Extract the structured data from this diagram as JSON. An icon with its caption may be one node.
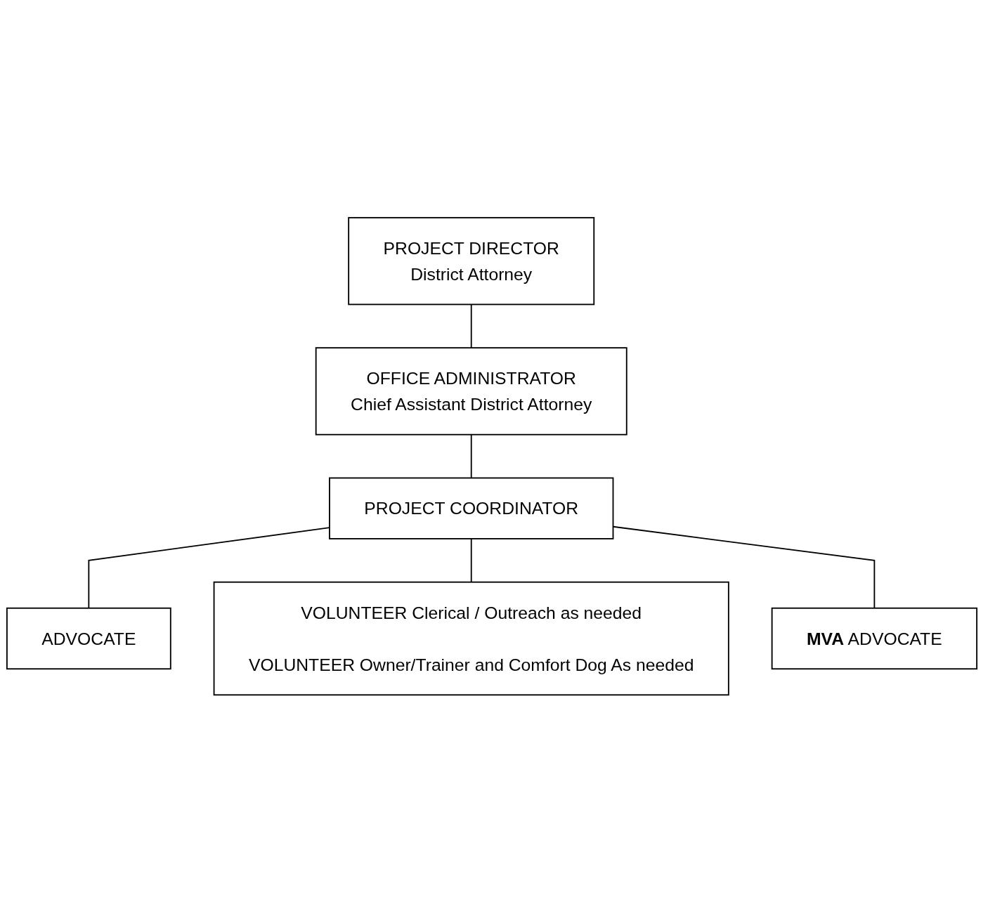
{
  "diagram": {
    "nodes": [
      {
        "text": [
          "PROJECT DIRECTOR",
          "District Attorney"
        ]
      },
      {
        "text": [
          "OFFICE ADMINISTRATOR",
          "Chief Assistant District Attorney"
        ]
      },
      {
        "text": [
          "PROJECT COORDINATOR"
        ]
      },
      {
        "text": [
          "ADVOCATE"
        ]
      },
      {
        "text": [
          "**MVA** ADVOCATE"
        ]
      },
      {
        "text": [
          "VOLUNTEER Clerical / Outreach as needed",
          "VOLUNTEER Owner/Trainer and Comfort Dog As needed"
        ]
      }
    ],
    "edges": [
      {
        "from": 0,
        "to": 1,
        "arrow": "none"
      },
      {
        "from": 1,
        "to": 2,
        "arrow": "none"
      },
      {
        "from": 2,
        "to": 3,
        "arrow": "none"
      },
      {
        "from": 2,
        "to": 5,
        "arrow": "none"
      },
      {
        "from": 2,
        "to": 4,
        "arrow": "none"
      }
    ]
  }
}
